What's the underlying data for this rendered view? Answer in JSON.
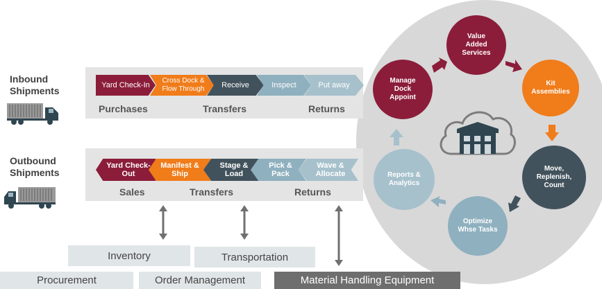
{
  "inbound": {
    "label": "Inbound\nShipments",
    "steps": [
      "Yard Check-In",
      "Cross Dock &\nFlow Through",
      "Receive",
      "Inspect",
      "Put away"
    ],
    "categories": [
      "Purchases",
      "Transfers",
      "Returns"
    ]
  },
  "outbound": {
    "label": "Outbound\nShipments",
    "steps": [
      "Yard Check-\nOut",
      "Manifest &\nShip",
      "Stage &\nLoad",
      "Pick &\nPack",
      "Wave &\nAllocate"
    ],
    "categories": [
      "Sales",
      "Transfers",
      "Returns"
    ]
  },
  "cycle": {
    "nodes": [
      "Value\nAdded\nServices",
      "Kit\nAssemblies",
      "Move,\nReplenish,\nCount",
      "Optimize\nWhse Tasks",
      "Reports &\nAnalytics",
      "Manage\nDock\nAppoint"
    ]
  },
  "systems": {
    "inventory": "Inventory",
    "transportation": "Transportation",
    "procurement": "Procurement",
    "order_management": "Order Management",
    "mhe": "Material Handling Equipment"
  },
  "colors": {
    "maroon": "#8b1d3a",
    "orange": "#f07c1a",
    "slate": "#42525c",
    "lightblue": "#8fb0bf",
    "paleblue": "#a6c1cc",
    "gray_circle": "#d8d8d8",
    "band": "#e4e4e4",
    "dark_box": "#6e6e6e",
    "light_box": "#e0e5e7"
  },
  "icons": [
    "truck-icon",
    "cloud-warehouse-icon",
    "cycle-arrow-icon",
    "double-arrow-icon"
  ]
}
